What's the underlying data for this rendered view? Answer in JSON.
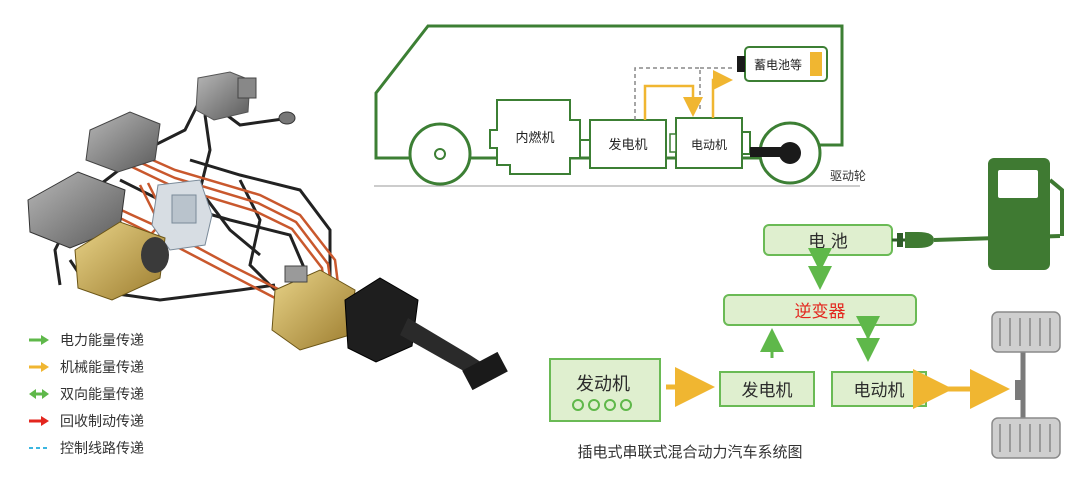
{
  "top_schematic": {
    "battery_label": "蓄电池等",
    "engine_label": "内燃机",
    "generator_label": "发电机",
    "motor_label": "电动机",
    "drive_wheel_label": "驱动轮"
  },
  "system_diagram": {
    "battery_label": "电 池",
    "inverter_label": "逆变器",
    "engine_label": "发动机",
    "generator_label": "发电机",
    "motor_label": "电动机"
  },
  "legend": {
    "items": [
      {
        "label": "电力能量传递",
        "color": "#5fb84a"
      },
      {
        "label": "机械能量传递",
        "color": "#f0b631"
      },
      {
        "label": "双向能量传递",
        "color": "#5fb84a"
      },
      {
        "label": "回收制动传递",
        "color": "#e3261e"
      },
      {
        "label": "控制线路传递",
        "color": "#3bb6e0"
      }
    ]
  },
  "caption": "插电式串联式混合动力汽车系统图",
  "colors": {
    "frame_green": "#3c7f34",
    "box_fill": "#dfefcf",
    "box_stroke": "#6aba55",
    "arrow_green": "#5fb84a",
    "arrow_yellow": "#f0b631",
    "inverter_text": "#e3261e",
    "pump_green": "#3f7a32"
  }
}
